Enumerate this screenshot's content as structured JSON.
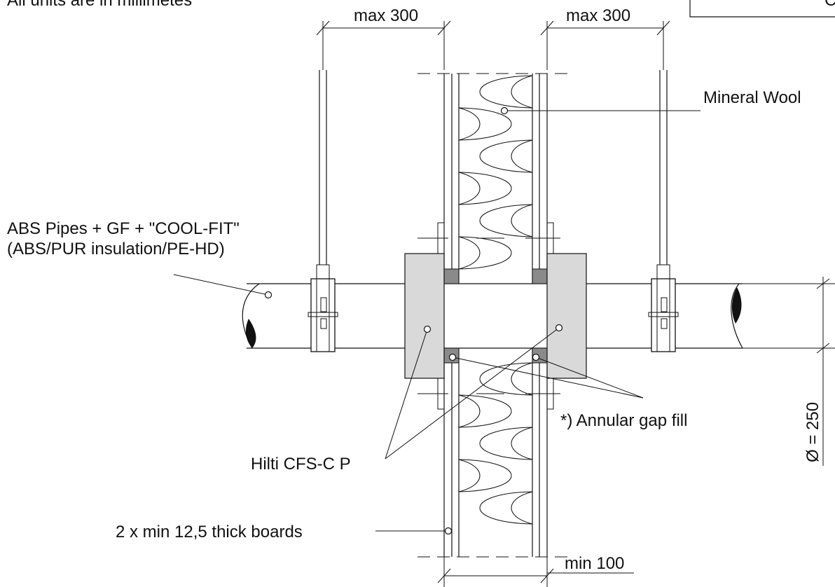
{
  "drawing": {
    "note_units": "All units are in millimetes",
    "dimensions": {
      "max_left": "max 300",
      "max_right": "max 300",
      "min_wall": "min 100",
      "diameter": "Ø = 250"
    },
    "labels": {
      "mineral_wool": "Mineral Wool",
      "pipes_line1": "ABS Pipes + GF + \"COOL-FIT\"",
      "pipes_line2": "(ABS/PUR insulation/PE-HD)",
      "annular_gap": "*) Annular gap fill",
      "hilti": "Hilti CFS-C P",
      "boards": "2 x min 12,5 thick boards",
      "corner_fragment": "C"
    }
  }
}
